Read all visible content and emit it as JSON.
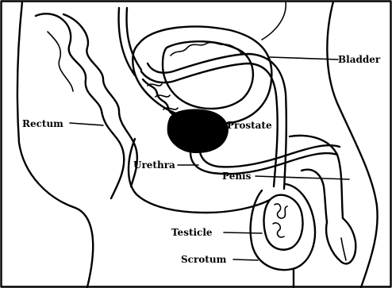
{
  "labels": {
    "bladder": "Bladder",
    "rectum": "Rectum",
    "prostate": "Prostate",
    "urethra": "Urethra",
    "penis": "Penis",
    "testicle": "Testicle",
    "scrotum": "Scrotum"
  },
  "colors": {
    "ink": "#000000",
    "paper": "#ffffff",
    "prostate_fill": "#000000"
  }
}
